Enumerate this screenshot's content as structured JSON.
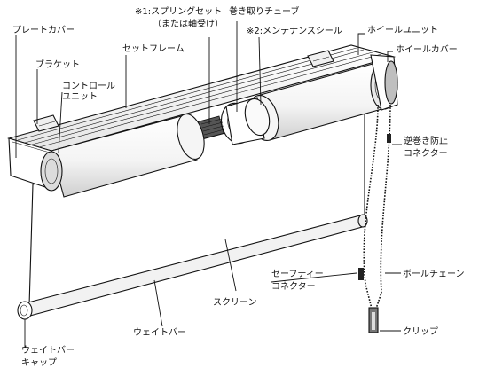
{
  "labels": {
    "plate_cover": "プレートカバー",
    "bracket": "ブラケット",
    "control_unit_1": "コントロール",
    "control_unit_2": "ユニット",
    "set_frame": "セットフレーム",
    "spring_set_1": "※1:スプリングセット",
    "spring_set_2": "（または軸受け）",
    "winding_tube": "巻き取りチューブ",
    "maintenance_seal": "※2:メンテナンスシール",
    "wheel_unit": "ホイールユニット",
    "wheel_cover": "ホイールカバー",
    "reverse_stop_1": "逆巻き防止",
    "reverse_stop_2": "コネクター",
    "safety_connector_1": "セーフティー",
    "safety_connector_2": "コネクター",
    "ball_chain": "ボールチェーン",
    "screen": "スクリーン",
    "weight_bar": "ウェイトバー",
    "clip": "クリップ",
    "weight_bar_cap_1": "ウェイトバー",
    "weight_bar_cap_2": "キャップ"
  },
  "colors": {
    "line": "#111111",
    "fill_light": "#f2f2f2",
    "fill_mid": "#d9d9d9",
    "fill_dark": "#444444"
  }
}
